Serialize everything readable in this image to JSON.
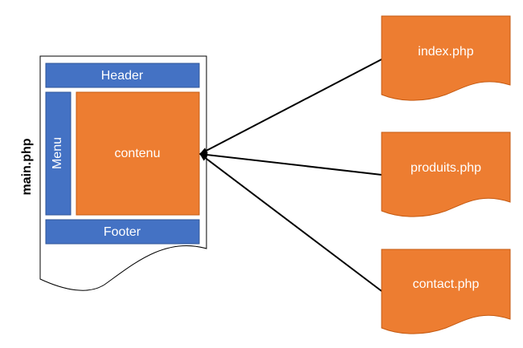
{
  "main": {
    "label": "main.php",
    "header": "Header",
    "menu": "Menu",
    "content": "contenu",
    "footer": "Footer"
  },
  "pages": [
    {
      "label": "index.php"
    },
    {
      "label": "produits.php"
    },
    {
      "label": "contact.php"
    }
  ],
  "colors": {
    "blue": "#4472c4",
    "blue_border": "#2f5597",
    "orange": "#ed7d31",
    "orange_border": "#c55a11",
    "line": "#000000"
  }
}
